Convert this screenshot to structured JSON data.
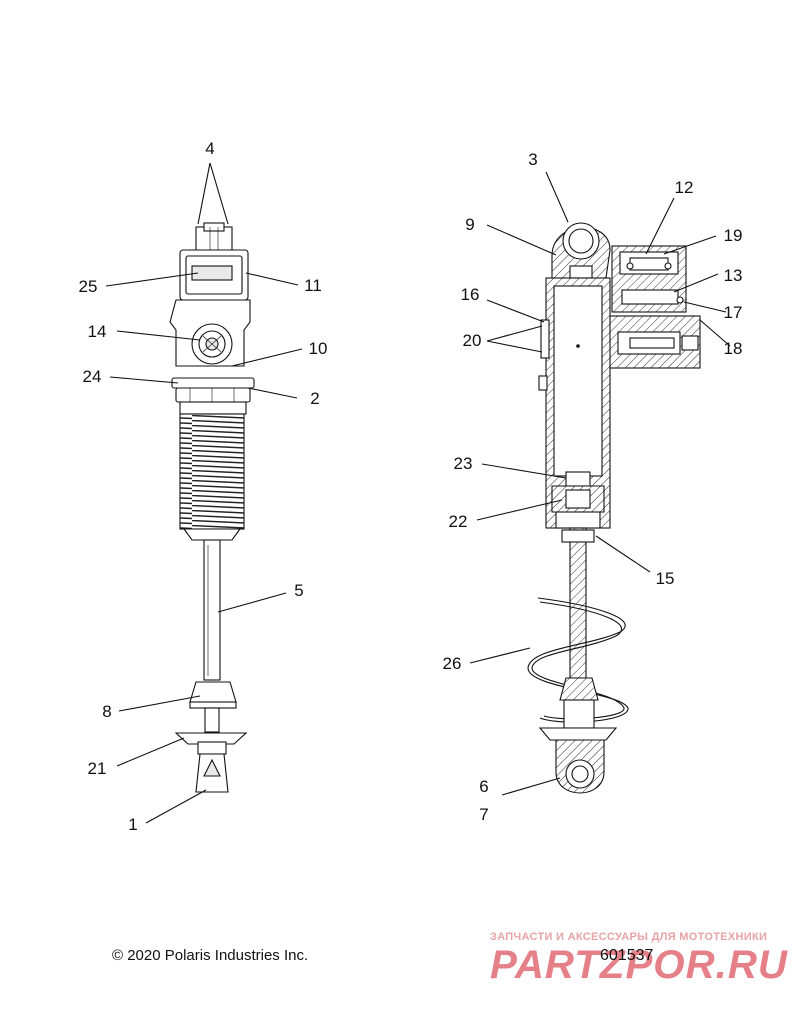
{
  "callouts": {
    "c1": "1",
    "c2": "2",
    "c3": "3",
    "c4": "4",
    "c5": "5",
    "c6": "6",
    "c7": "7",
    "c8": "8",
    "c9": "9",
    "c10": "10",
    "c11": "11",
    "c12": "12",
    "c13": "13",
    "c14": "14",
    "c15": "15",
    "c16": "16",
    "c17": "17",
    "c18": "18",
    "c19": "19",
    "c20": "20",
    "c21": "21",
    "c22": "22",
    "c23": "23",
    "c24": "24",
    "c25": "25",
    "c26": "26"
  },
  "footer": {
    "copyright": "© 2020 Polaris Industries Inc.",
    "drawing_number": "601537"
  },
  "watermark": {
    "tagline": "ЗАПЧАСТИ И АКСЕССУАРЫ ДЛЯ МОТОТЕХНИКИ",
    "brand": "PARTZPOR.RU"
  }
}
